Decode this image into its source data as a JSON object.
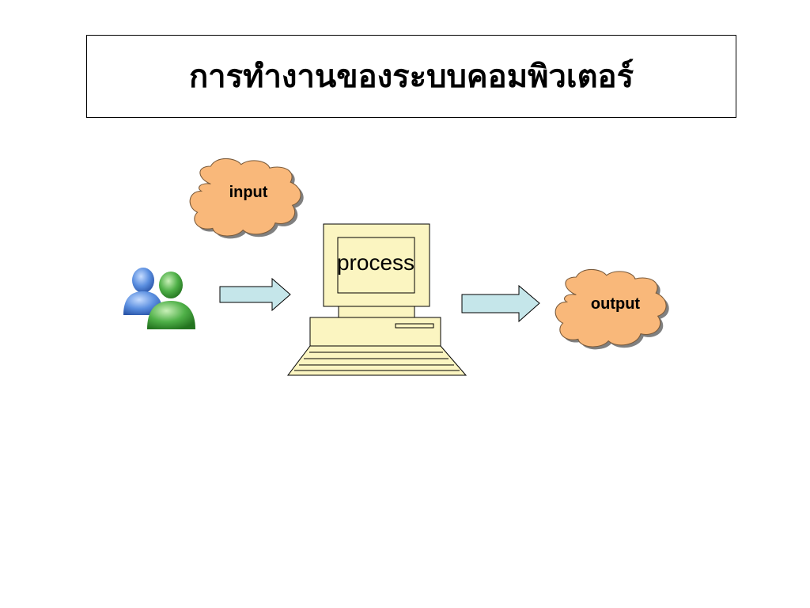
{
  "slide": {
    "title": "การทำงานของระบบคอมพิวเตอร์"
  },
  "diagram": {
    "input_label": "input",
    "process_label": "process",
    "output_label": "output",
    "colors": {
      "cloud_fill": "#f9b87a",
      "arrow_fill": "#c5e6ea",
      "computer_fill": "#fbf5c1",
      "user_blue": "#4a7ed0",
      "user_green": "#3f9b3c"
    },
    "icons": [
      "users-icon",
      "computer-icon",
      "arrow-right-icon",
      "cloud-icon"
    ]
  }
}
